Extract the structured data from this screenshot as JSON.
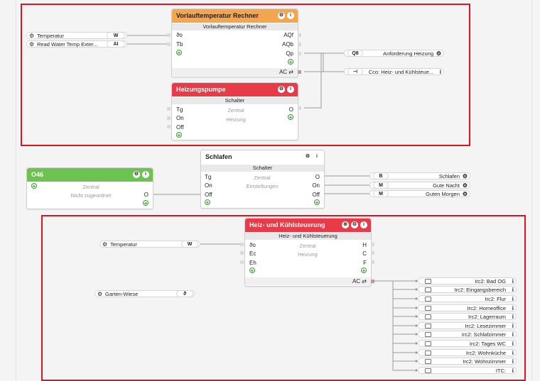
{
  "rail": {
    "left": "",
    "right": ""
  },
  "vorlauf": {
    "title": "Vorlauftemperatur Rechner",
    "subtitle": "Vorlauftemperatur Rechner",
    "inputs": [
      "ϑo",
      "Tb"
    ],
    "outputs": [
      "AQf",
      "AQb",
      "Qp"
    ],
    "ac": "AC ⇄",
    "icon_gear": "⚙",
    "icon_info": "i"
  },
  "pumpe": {
    "title": "Heizungspumpe",
    "subtitle": "Schalter",
    "inputs": [
      "Tg",
      "On",
      "Off"
    ],
    "output": "O",
    "center1": "Zentral",
    "center2": "Heizung"
  },
  "temp_in": {
    "label": "Temperatur",
    "tag": "W"
  },
  "water_in": {
    "label": "Read Water Temp Exter...",
    "tag": "AI"
  },
  "anforderung": {
    "tag": "Q8",
    "label": "Anforderung Heizung",
    "icon": "⚙"
  },
  "cco": {
    "tag": "⊣",
    "label": "Cco: Heiz- und Kühlsteue...",
    "icon": "i"
  },
  "schlafen": {
    "title": "Schlafen",
    "subtitle": "Schalter",
    "inputs": [
      "Tg",
      "On",
      "Off"
    ],
    "outputs": [
      "O",
      "On",
      "Off"
    ],
    "center1": "Zentral",
    "center2": "Einstellungen"
  },
  "o46": {
    "title": "O46",
    "center1": "Zentral",
    "center2": "Nicht zugeordnet",
    "output": "O"
  },
  "schlafen_out": [
    {
      "tag": "B",
      "label": "Schlafen",
      "icon": "⚙"
    },
    {
      "tag": "M",
      "label": "Gute Nacht",
      "icon": "⚙"
    },
    {
      "tag": "M",
      "label": "Guten Morgen",
      "icon": "⚙"
    }
  ],
  "heizkuehl": {
    "title": "Heiz- und Kühlsteuerung",
    "subtitle": "Heiz- und Kühlsteuerung",
    "inputs": [
      "ϑo",
      "Ec",
      "Eh"
    ],
    "outputs": [
      "H",
      "C",
      "F"
    ],
    "center1": "Zentral",
    "center2": "Heizung",
    "ac": "AC ⇄"
  },
  "temp2_in": {
    "label": "Temperatur",
    "tag": "W"
  },
  "garten_in": {
    "label": "Garten-Wiese",
    "tag": "ϑ"
  },
  "irc_outputs": [
    {
      "label": "Irc2: Bad OG",
      "icon": "i"
    },
    {
      "label": "Irc2: Eingangsbereich",
      "icon": "i"
    },
    {
      "label": "Irc2: Flur",
      "icon": "i"
    },
    {
      "label": "Irc2: Homeoffice",
      "icon": "i"
    },
    {
      "label": "Irc2: Lagerraum",
      "icon": "i"
    },
    {
      "label": "Irc2: Lesezimmer",
      "icon": "i"
    },
    {
      "label": "Irc2: Schlafzimmer",
      "icon": "i"
    },
    {
      "label": "Irc2: Tages WC",
      "icon": "i"
    },
    {
      "label": "Irc2: Wohnküche",
      "icon": "i"
    },
    {
      "label": "Irc2: Wohnzimmer",
      "icon": "i"
    },
    {
      "label": "ITC:",
      "icon": "i"
    }
  ],
  "colors": {
    "orange": "#f5a54d",
    "red": "#e93a47",
    "green": "#6cc34f",
    "highlight": "#e0141e"
  }
}
